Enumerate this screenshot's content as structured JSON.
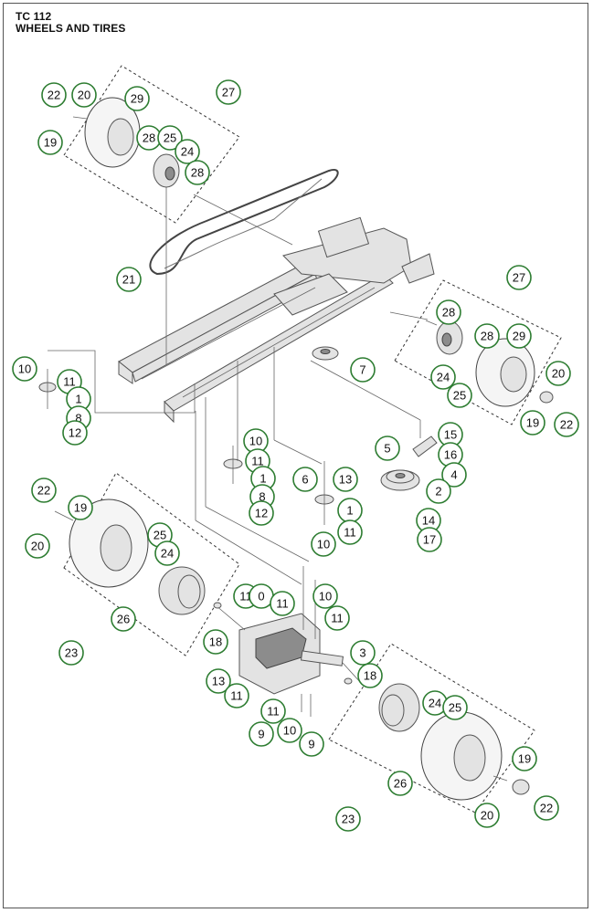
{
  "header": {
    "code": "TC 112",
    "title": "WHEELS AND TIRES"
  },
  "colors": {
    "callout_border": "#2e7d32",
    "frame": "#555555"
  },
  "callouts": [
    "22",
    "20",
    "29",
    "27",
    "19",
    "28",
    "25",
    "24",
    "28",
    "21",
    "27",
    "28",
    "28",
    "29",
    "7",
    "24",
    "20",
    "25",
    "19",
    "22",
    "10",
    "11",
    "1",
    "8",
    "12",
    "10",
    "11",
    "1",
    "8",
    "12",
    "5",
    "15",
    "16",
    "4",
    "2",
    "6",
    "13",
    "1",
    "11",
    "10",
    "14",
    "17",
    "22",
    "19",
    "20",
    "25",
    "24",
    "26",
    "23",
    "11",
    "0",
    "11",
    "10",
    "11",
    "18",
    "3",
    "18",
    "13",
    "11",
    "11",
    "9",
    "10",
    "9",
    "24",
    "25",
    "19",
    "26",
    "22",
    "20",
    "23"
  ]
}
